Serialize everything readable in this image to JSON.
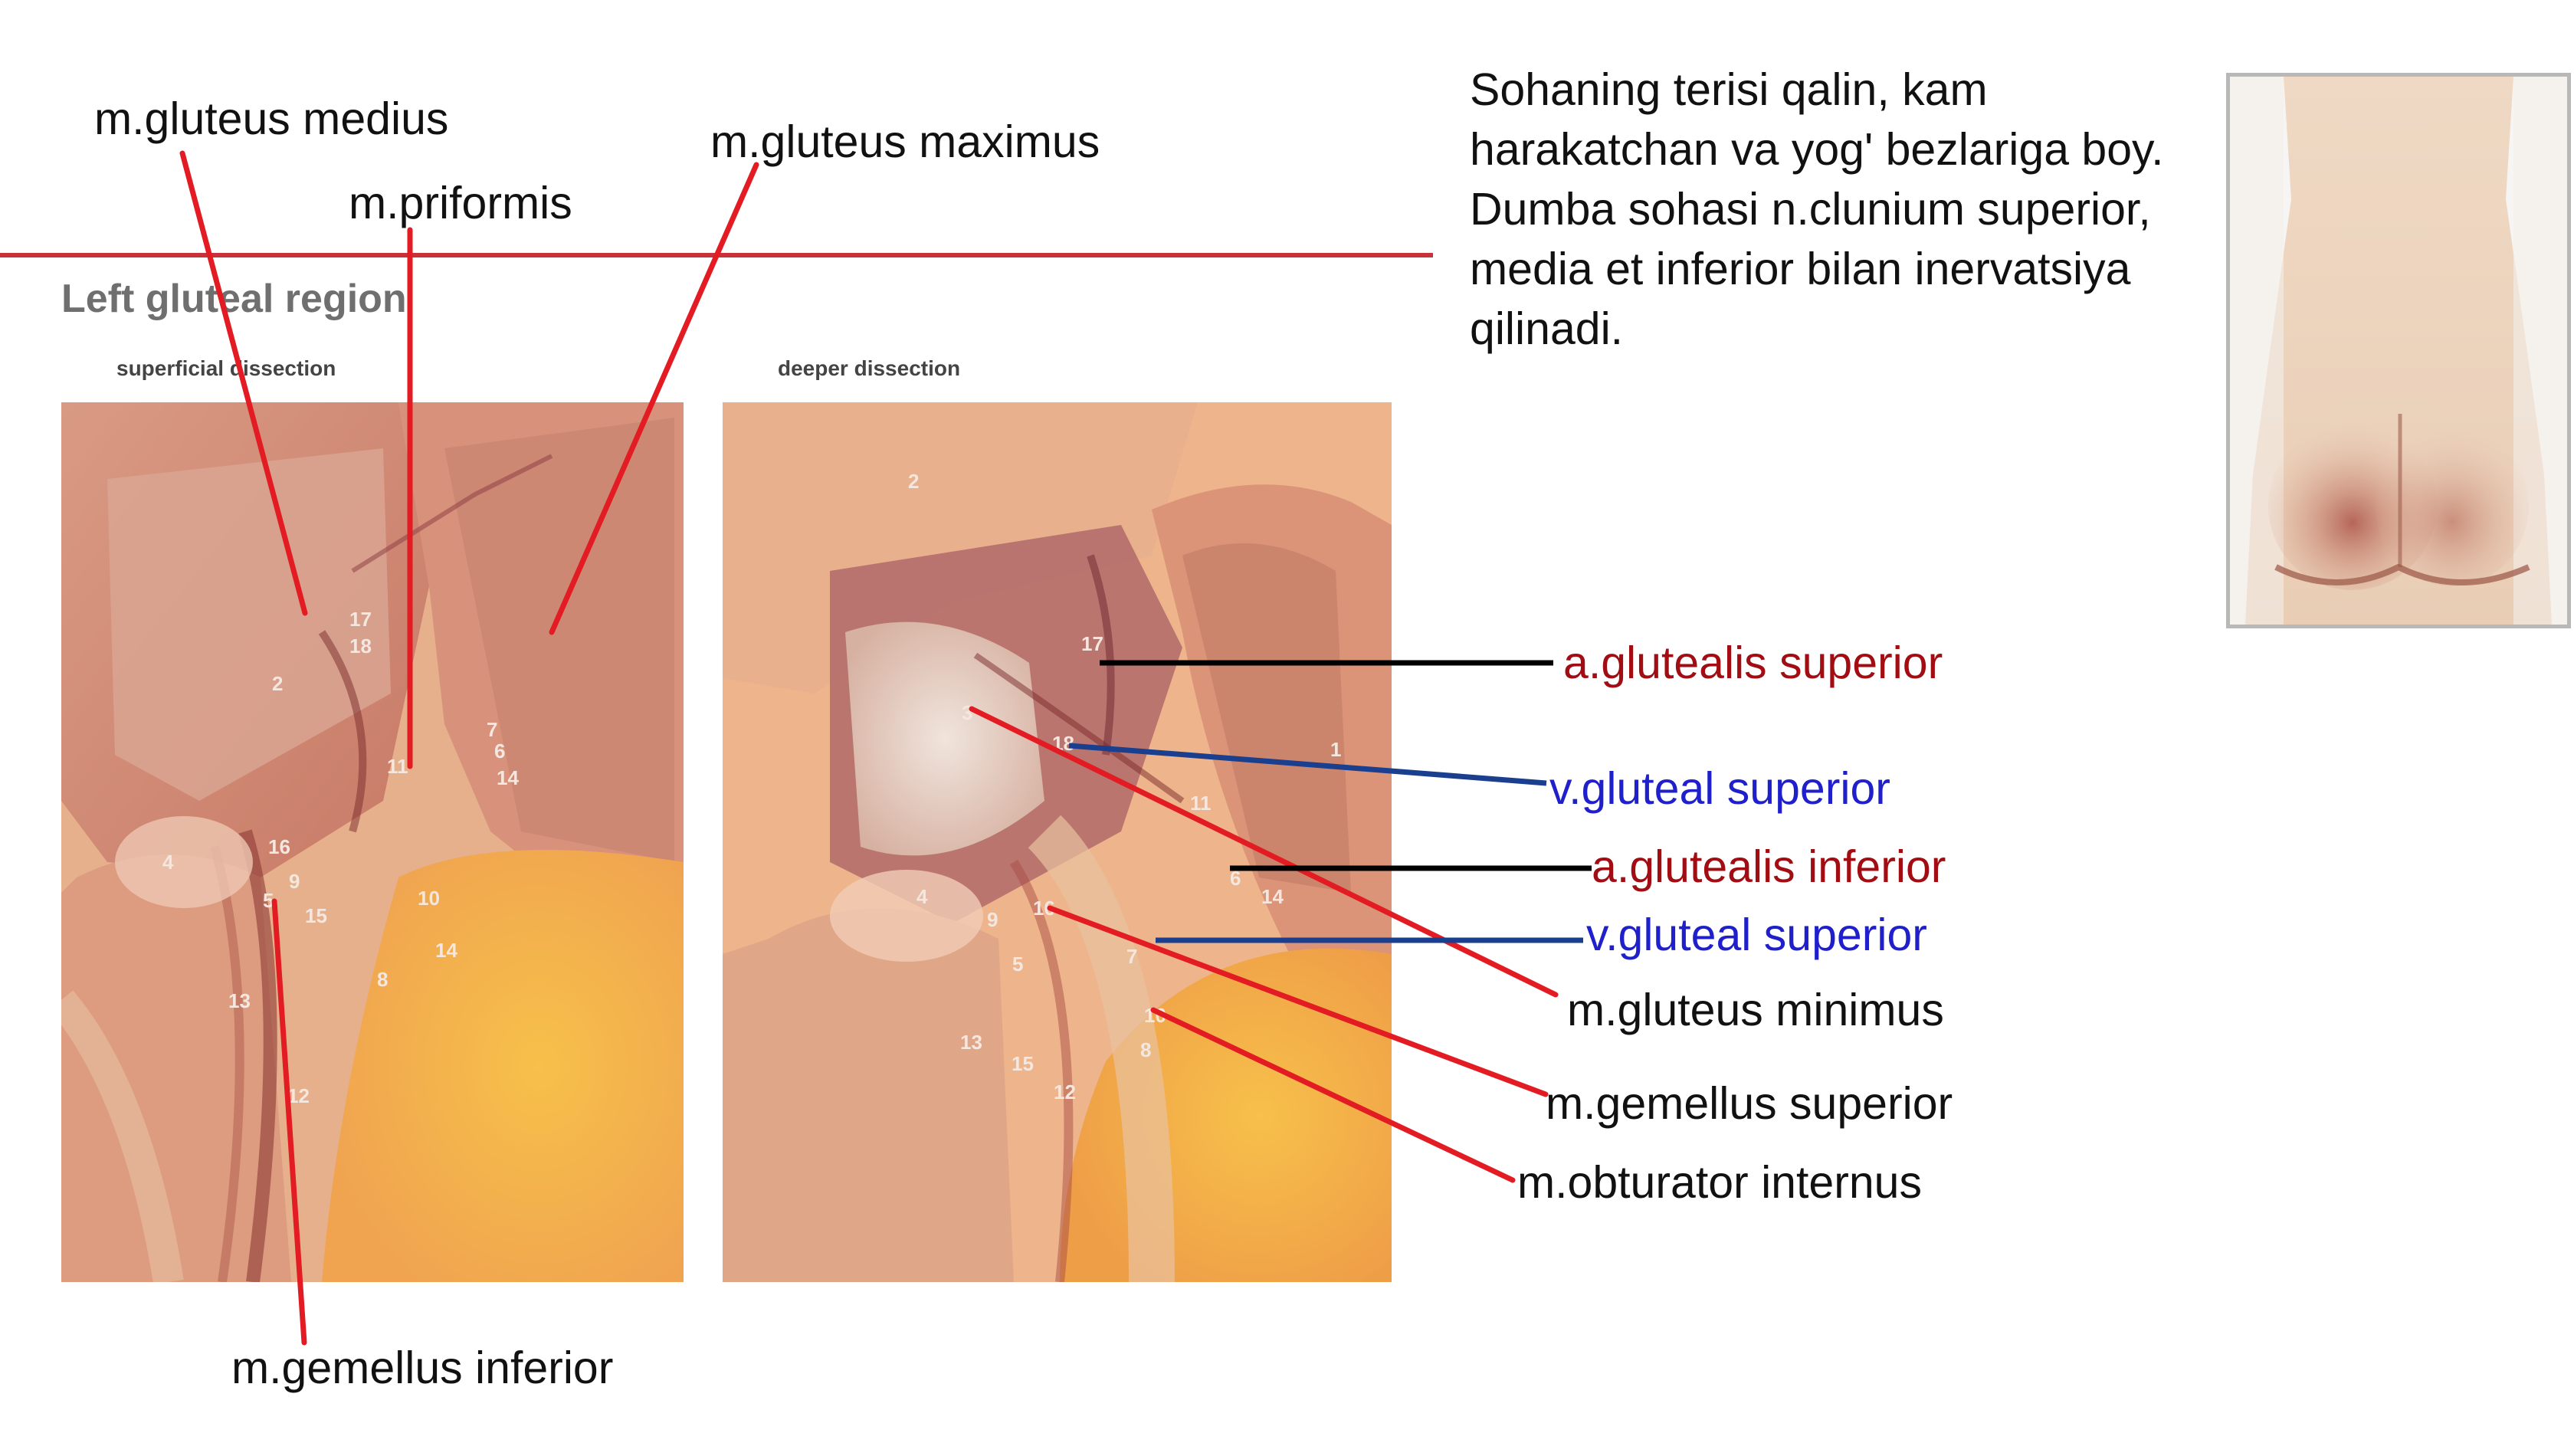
{
  "figure": {
    "title": "Left gluteal region",
    "panels": [
      {
        "subtitle": "superficial dissection"
      },
      {
        "subtitle": "deeper dissection"
      }
    ]
  },
  "description": "Sohaning terisi qalin, kam harakatchan va yog' bezlariga boy. Dumba sohasi n.clunium superior, media et inferior bilan inervatsiya qilinadi.",
  "labels": {
    "gluteus_medius": "m.gluteus medius",
    "priformis": "m.priformis",
    "gluteus_maximus": "m.gluteus maximus",
    "gemellus_inferior": "m.gemellus inferior",
    "a_glutealis_superior": "a.glutealis superior",
    "v_gluteal_superior_1": "v.gluteal superior",
    "a_glutealis_inferior": "a.glutealis inferior",
    "v_gluteal_superior_2": "v.gluteal superior",
    "gluteus_minimus": "m.gluteus minimus",
    "gemellus_superior": "m.gemellus superior",
    "obturator_internus": "m.obturator internus"
  },
  "panel1_numbers": [
    "17",
    "18",
    "2",
    "11",
    "7",
    "6",
    "14",
    "16",
    "9",
    "4",
    "5",
    "15",
    "10",
    "14",
    "8",
    "13",
    "12"
  ],
  "panel2_numbers": [
    "2",
    "17",
    "3",
    "18",
    "1",
    "11",
    "4",
    "9",
    "16",
    "6",
    "14",
    "5",
    "7",
    "10",
    "8",
    "13",
    "15",
    "12"
  ],
  "colors": {
    "pointer_red": "#e31b23",
    "pointer_black": "#000000",
    "pointer_blue": "#1b3f8f",
    "label_red": "#a10d12",
    "label_blue": "#1f1fcc",
    "header_rule": "#c8323b"
  }
}
